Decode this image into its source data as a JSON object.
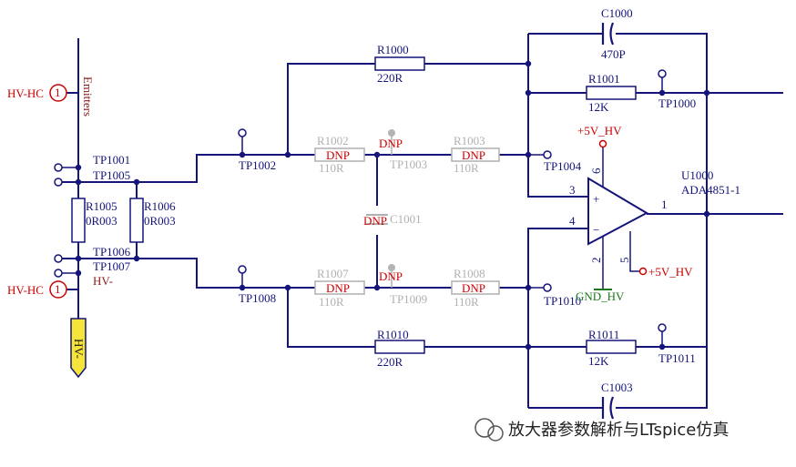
{
  "ports": {
    "hv_hc_top": "HV-HC",
    "hv_hc_top_num": "1",
    "emitters": "Emitters",
    "hv_hc_bottom": "HV-HC",
    "hv_hc_bottom_num": "1",
    "hv_minus_net": "HV-",
    "hv_minus_port": "HV-"
  },
  "testpoints": {
    "tp1001": "TP1001",
    "tp1005": "TP1005",
    "tp1006": "TP1006",
    "tp1007": "TP1007",
    "tp1002": "TP1002",
    "tp1008": "TP1008",
    "tp1003": "TP1003",
    "tp1009": "TP1009",
    "tp1004": "TP1004",
    "tp1010": "TP1010",
    "tp1000": "TP1000",
    "tp1011": "TP1011"
  },
  "resistors": {
    "r1005": {
      "ref": "R1005",
      "value": "0R003"
    },
    "r1006": {
      "ref": "R1006",
      "value": "0R003"
    },
    "r1000": {
      "ref": "R1000",
      "value": "220R"
    },
    "r1010": {
      "ref": "R1010",
      "value": "220R"
    },
    "r1001": {
      "ref": "R1001",
      "value": "12K"
    },
    "r1011": {
      "ref": "R1011",
      "value": "12K"
    },
    "r1002": {
      "ref": "R1002",
      "value": "110R",
      "dnp": "DNP"
    },
    "r1003": {
      "ref": "R1003",
      "value": "110R",
      "dnp": "DNP"
    },
    "r1007": {
      "ref": "R1007",
      "value": "110R",
      "dnp": "DNP"
    },
    "r1008": {
      "ref": "R1008",
      "value": "110R",
      "dnp": "DNP"
    }
  },
  "capacitors": {
    "c1000": {
      "ref": "C1000",
      "value": "470P"
    },
    "c1003": {
      "ref": "C1003"
    },
    "c1001": {
      "ref": "C1001",
      "dnp": "DNP"
    }
  },
  "dnp_marks": {
    "top": "DNP",
    "bottom": "DNP"
  },
  "opamp": {
    "ref": "U1000",
    "part": "ADA4851-1",
    "pin_plus": "3",
    "pin_minus": "4",
    "pin_out": "1",
    "pin_vpos": "6",
    "pin_gnd": "2",
    "pin_5": "5",
    "plus_sign": "+",
    "minus_sign": "−"
  },
  "power": {
    "vpos_top": "+5V_HV",
    "vpos_right": "+5V_HV",
    "gnd": "GND_HV"
  },
  "watermark": {
    "text": "放大器参数解析与LTspice仿真"
  }
}
